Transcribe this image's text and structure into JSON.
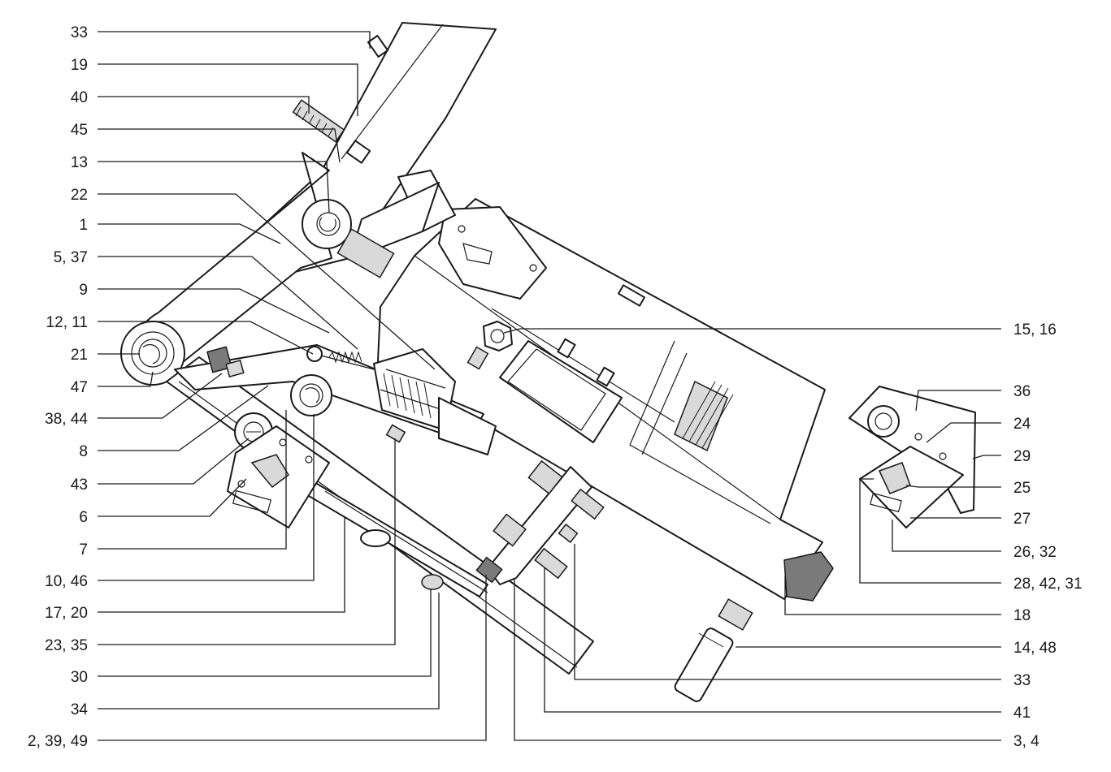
{
  "labels_left": [
    "33",
    "19",
    "40",
    "45",
    "13",
    "22",
    "1",
    "5, 37",
    "9",
    "12, 11",
    "21",
    "47",
    "38, 44",
    "8",
    "43",
    "6",
    "7",
    "10, 46",
    "17, 20",
    "23, 35",
    "30",
    "34",
    "2, 39, 49"
  ],
  "labels_right": [
    "15, 16",
    "36",
    "24",
    "29",
    "25",
    "27",
    "26, 32",
    "28, 42, 31",
    "18",
    "14, 48",
    "33",
    "41",
    "3, 4"
  ]
}
